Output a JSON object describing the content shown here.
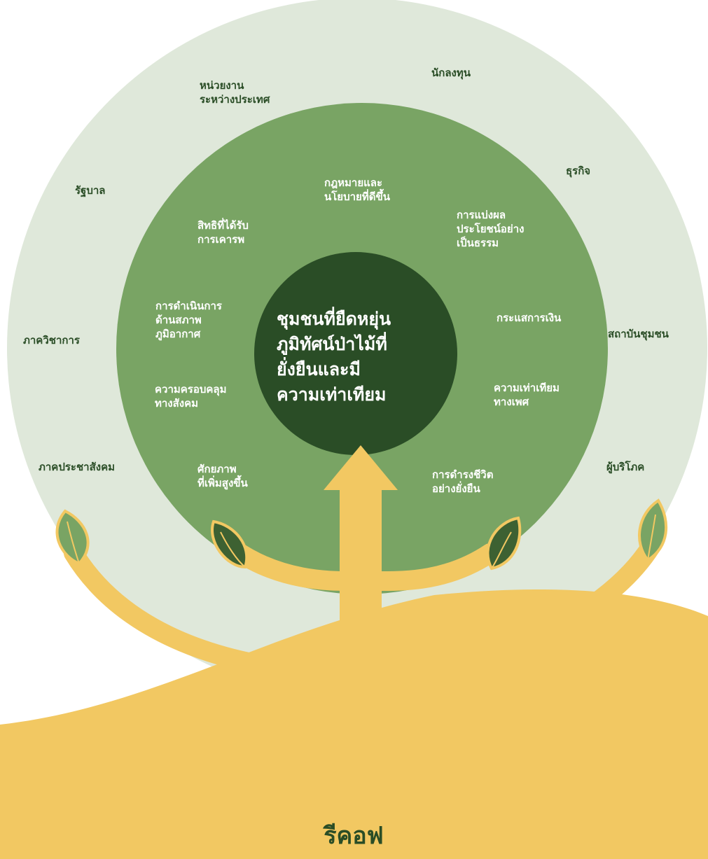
{
  "center_title": "ชุมชนที่ยืดหยุ่น\nภูมิทัศน์ป่าไม้ที่\nยั่งยืนและมี\nความเท่าเทียม",
  "outer_ring": {
    "international": "หน่วยงาน\nระหว่างประเทศ",
    "investors": "นักลงทุน",
    "government": "รัฐบาล",
    "business": "ธุรกิจ",
    "academia": "ภาควิชาการ",
    "community_institutions": "สถาบันชุมชน",
    "civil_society": "ภาคประชาสังคม",
    "consumers": "ผู้บริโภค"
  },
  "inner_ring": {
    "laws_policies": "กฎหมายและ\nนโยบายที่ดีขึ้น",
    "respected_rights": "สิทธิที่ได้รับ\nการเคารพ",
    "benefit_sharing": "การแบ่งผล\nประโยชน์อย่าง\nเป็นธรรม",
    "climate_action": "การดำเนินการ\nด้านสภาพ\nภูมิอากาศ",
    "financial_flows": "กระแสการเงิน",
    "social_inclusion": "ความครอบคลุม\nทางสังคม",
    "gender_equality": "ความเท่าเทียม\nทางเพศ",
    "increased_capacity": "ศักยภาพ\nที่เพิ่มสูงขึ้น",
    "sustainable_livelihoods": "การดำรงชีวิต\nอย่างยั่งยืน"
  },
  "bottom_title": "รีคอฟ",
  "colors": {
    "outer_ring": "#dfe8da",
    "inner_ring": "#79a464",
    "center": "#2a4d26",
    "trunk": "#f2c862",
    "dark_text": "#2a4d26",
    "leaf_light": "#79a464",
    "leaf_dark": "#3d6132"
  }
}
